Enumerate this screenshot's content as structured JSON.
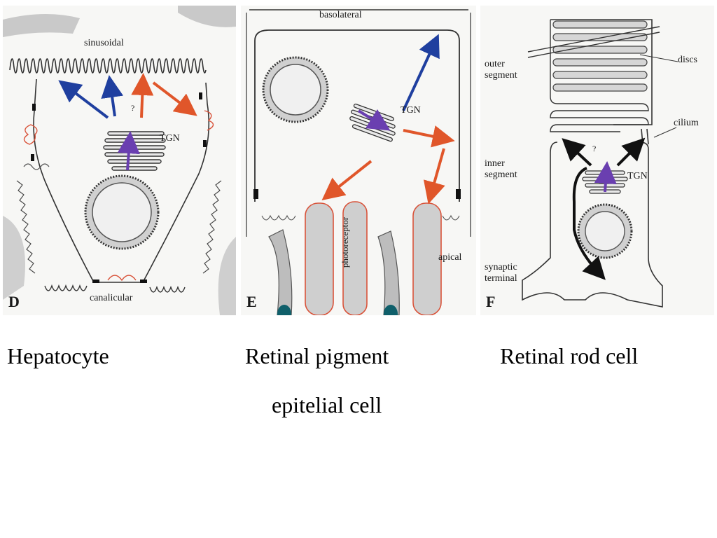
{
  "panels": [
    {
      "letter": "D",
      "labels": {
        "top": "sinusoidal",
        "question": "?",
        "tgn": "TGN",
        "bottom": "canalicular"
      }
    },
    {
      "letter": "E",
      "labels": {
        "top": "basolateral",
        "tgn": "TGN",
        "apical": "apical",
        "photoreceptor": "photoreceptor"
      }
    },
    {
      "letter": "F",
      "labels": {
        "outer_segment": "outer\nsegment",
        "discs": "discs",
        "cilium": "cilium",
        "question": "?",
        "inner_segment": "inner\nsegment",
        "tgn": "TGN",
        "synaptic_terminal": "synaptic\nterminal"
      }
    }
  ],
  "captions": {
    "hepatocyte": "Hepatocyte",
    "rpe_line1": "Retinal pigment",
    "rpe_line2": "epitelial cell",
    "rod": "Retinal rod cell"
  },
  "colors": {
    "blue_arrow": "#1f3f9f",
    "red_arrow": "#e0562a",
    "purple_arrow": "#6a3fb0",
    "black_arrow": "#111111",
    "membrane": "#333333",
    "membrane_red": "#d9533a"
  }
}
